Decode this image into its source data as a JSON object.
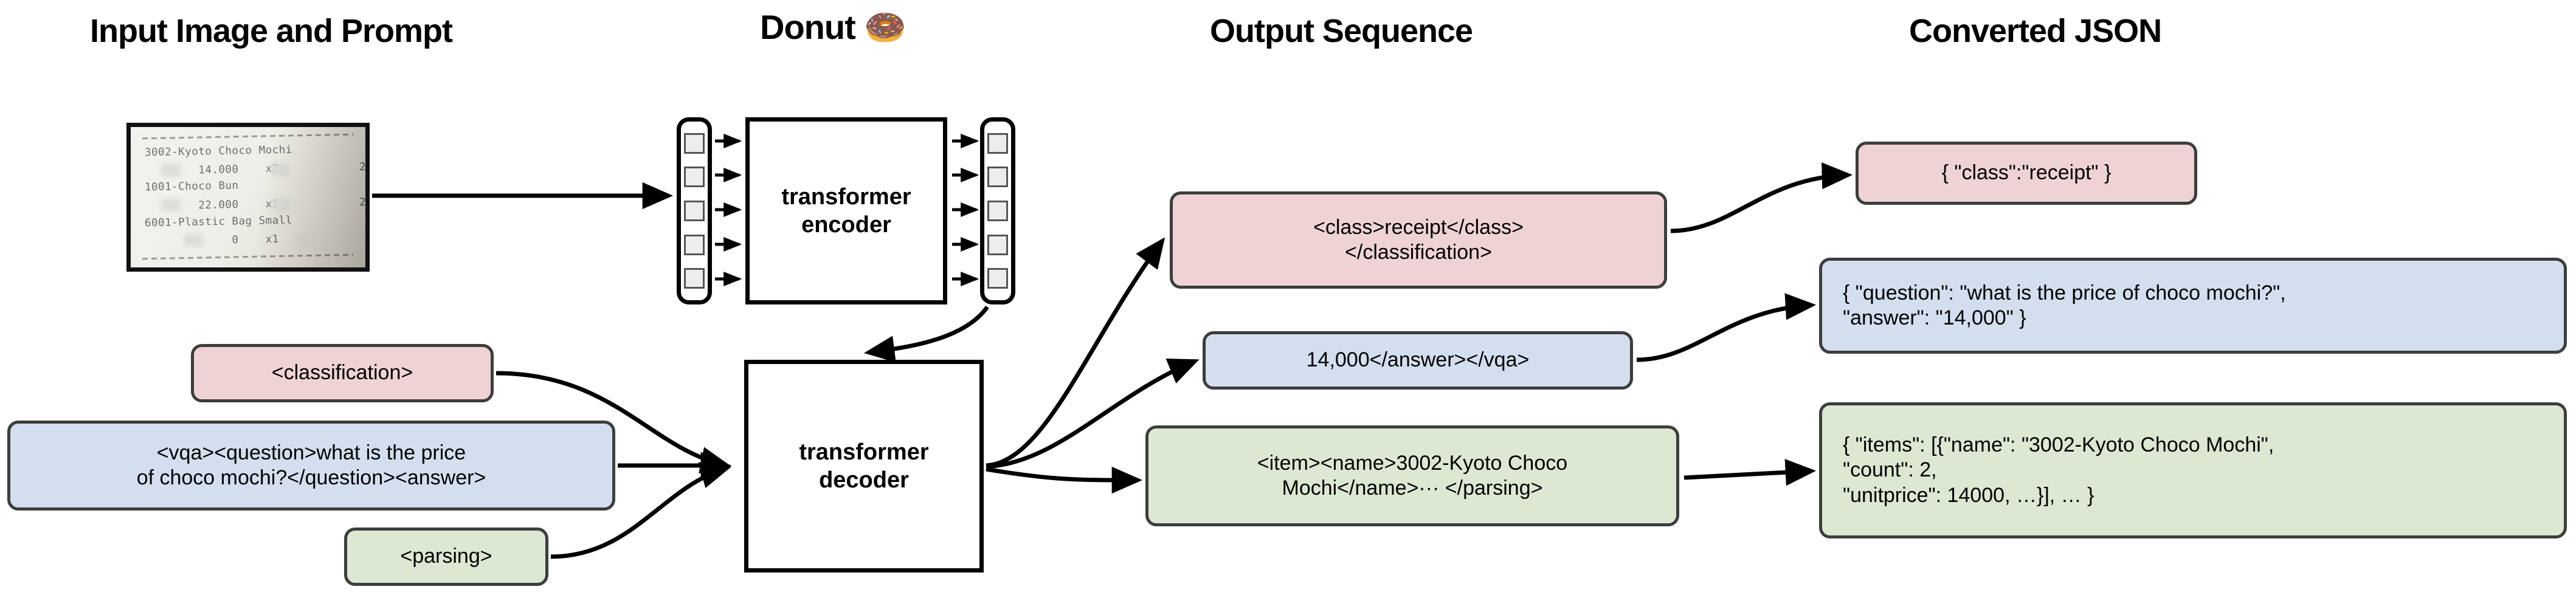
{
  "headers": {
    "input": "Input Image and Prompt",
    "model": "Donut 🍩",
    "output": "Output Sequence",
    "json": "Converted JSON"
  },
  "receipt": {
    "alt": "receipt-photo",
    "lines": [
      "3002-Kyoto Choco Mochi",
      "        14.000    x2            28.000",
      "1001-Choco Bun",
      "        22.000    x1            22.000",
      "6001-Plastic Bag Small",
      "             0    x1                 0"
    ],
    "items": [
      {
        "code": "3002",
        "name": "Kyoto Choco Mochi",
        "unitprice": "14.000",
        "count": "x2",
        "price": "28.000"
      },
      {
        "code": "1001",
        "name": "Choco Bun",
        "unitprice": "22.000",
        "count": "x1",
        "price": "22.000"
      },
      {
        "code": "6001",
        "name": "Plastic Bag Small",
        "unitprice": "0",
        "count": "x1",
        "price": "0"
      }
    ]
  },
  "prompts": [
    {
      "id": "classification",
      "text": "<classification>",
      "color": "#efd3d4"
    },
    {
      "id": "vqa",
      "text": "<vqa><question>what is the price\nof choco mochi?</question><answer>",
      "color": "#d3dfef"
    },
    {
      "id": "parsing",
      "text": "<parsing>",
      "color": "#dde8d2"
    }
  ],
  "model": {
    "encoder_label": "transformer\nencoder",
    "decoder_label": "transformer\ndecoder",
    "input_tokens": 5,
    "output_tokens": 5
  },
  "outputs": [
    {
      "id": "classification",
      "text": "<class>receipt</class>\n</classification>",
      "color": "#efd3d4"
    },
    {
      "id": "vqa",
      "text": "14,000</answer></vqa>",
      "color": "#d3dfef"
    },
    {
      "id": "parsing",
      "text": "<item><name>3002-Kyoto Choco\nMochi</name>··· </parsing>",
      "color": "#dde8d2"
    }
  ],
  "json_results": [
    {
      "id": "classification",
      "text": "{ \"class\":\"receipt\" }",
      "color": "#efd3d4"
    },
    {
      "id": "vqa",
      "text": "{ \"question\": \"what is the price of choco mochi?\",\n   \"answer\": \"14,000\" }",
      "color": "#d3dfef"
    },
    {
      "id": "parsing",
      "text": "{ \"items\": [{\"name\": \"3002-Kyoto Choco Mochi\",\n     \"count\": 2,\n     \"unitprice\": 14000, …}], … }",
      "color": "#dde8d2"
    }
  ]
}
